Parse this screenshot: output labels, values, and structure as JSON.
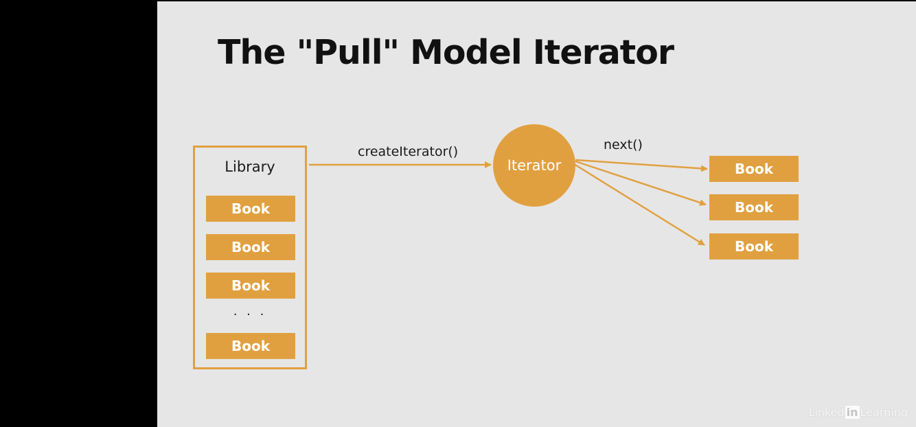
{
  "slide": {
    "title": "The \"Pull\" Model Iterator"
  },
  "library": {
    "label": "Library",
    "books": [
      "Book",
      "Book",
      "Book"
    ],
    "ellipsis": ". . .",
    "last_book": "Book"
  },
  "create_edge": {
    "label": "createIterator()"
  },
  "iterator": {
    "label": "Iterator"
  },
  "next_edge": {
    "label": "next()"
  },
  "output_books": [
    "Book",
    "Book",
    "Book"
  ],
  "watermark": {
    "prefix": "Linked",
    "in": "in",
    "suffix": "Learning"
  },
  "colors": {
    "accent": "#e1a040",
    "background": "#e6e6e6",
    "sidebar": "#000000",
    "text": "#111111"
  }
}
